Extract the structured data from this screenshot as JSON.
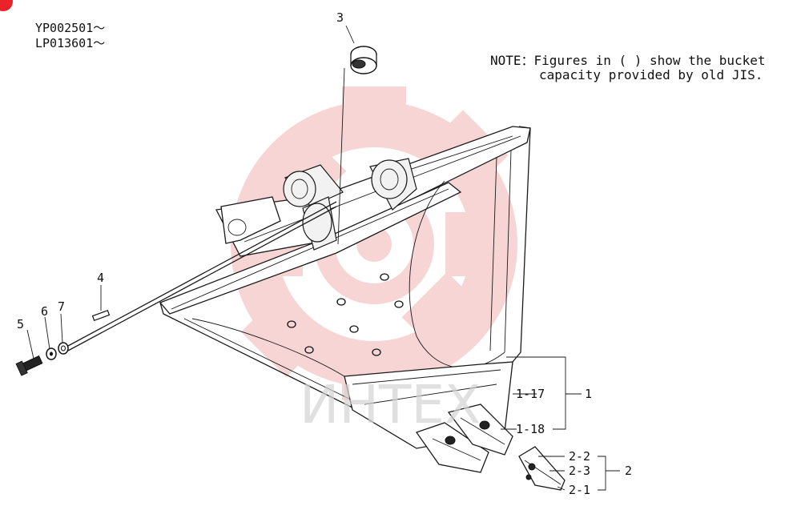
{
  "serials": [
    "YP002501～",
    "LP013601～"
  ],
  "note": {
    "line1": "NOTE：Figures in (  ) show the bucket",
    "line2": "capacity provided by old JIS."
  },
  "watermark": {
    "text": "ИНТЕХ",
    "color": "#f2b3b3",
    "text_color": "#d8d8d8"
  },
  "callouts": {
    "c3": "3",
    "c4": "4",
    "c5": "5",
    "c6": "6",
    "c7": "7",
    "c1_17": "1-17",
    "c1": "1",
    "c1_18": "1-18",
    "c2_2": "2-2",
    "c2_3": "2-3",
    "c2_1": "2-1",
    "c2": "2"
  },
  "colors": {
    "corner_badge": "#e8232a"
  }
}
